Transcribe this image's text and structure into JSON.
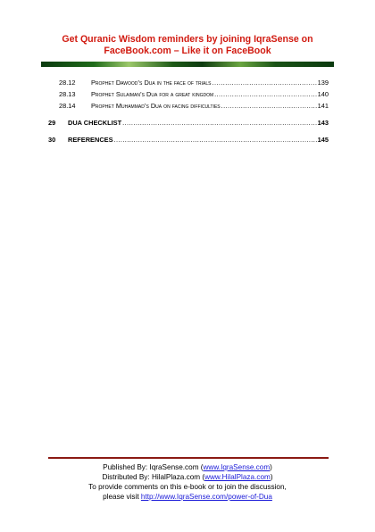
{
  "header": {
    "line1": "Get Quranic Wisdom reminders by joining IqraSense on",
    "line2": "FaceBook.com – Like it on FaceBook"
  },
  "toc": {
    "sub_entries": [
      {
        "number": "28.12",
        "title": "Prophet Dawood’s Dua in the face of trials",
        "page": "139"
      },
      {
        "number": "28.13",
        "title": "Prophet Sulaiman’s Dua for a great kingdom",
        "page": "140"
      },
      {
        "number": "28.14",
        "title": "Prophet Muhammad’s Dua on facing difficulties",
        "page": "141"
      }
    ],
    "main_entries": [
      {
        "number": "29",
        "title": "DUA CHECKLIST",
        "page": "143"
      },
      {
        "number": "30",
        "title": "REFERENCES",
        "page": "145"
      }
    ]
  },
  "footer": {
    "published_prefix": "Published By: IqraSense.com (",
    "published_link": "www.IqraSense.com",
    "published_suffix": ")",
    "distributed_prefix": "Distributed By: HilalPlaza.com (",
    "distributed_link": "www.HilalPlaza.com",
    "distributed_suffix": ")",
    "comments_line": "To provide comments on this e-book or to join the discussion,",
    "visit_prefix": "please visit ",
    "visit_link": "http://www.IqraSense.com/power-of-Dua"
  },
  "colors": {
    "header_red": "#d11a10",
    "banner_green": "#1f6b1a",
    "footer_rule": "#8b1a14",
    "link_blue": "#1a1ad8"
  }
}
